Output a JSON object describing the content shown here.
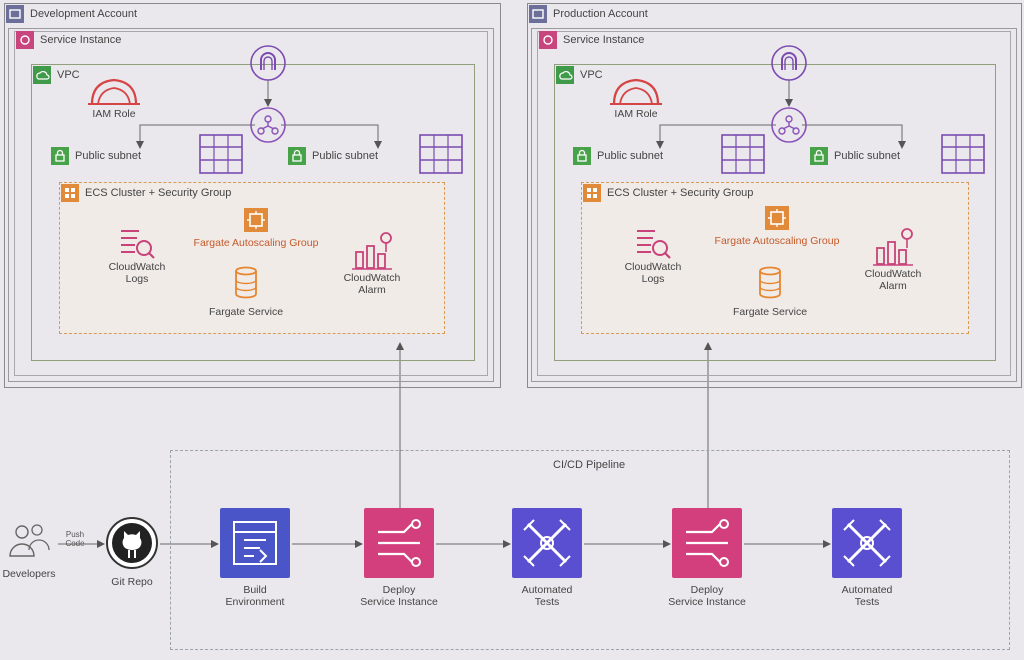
{
  "dev": {
    "account": "Development Account",
    "service_instance": "Service Instance",
    "vpc": "VPC",
    "iam_role": "IAM Role",
    "public_subnet_1": "Public subnet",
    "public_subnet_2": "Public subnet",
    "ecs_group": "ECS Cluster + Security Group",
    "autoscaling": "Fargate Autoscaling Group",
    "logs_line1": "CloudWatch",
    "logs_line2": "Logs",
    "alarm_line1": "CloudWatch",
    "alarm_line2": "Alarm",
    "fargate_service": "Fargate Service"
  },
  "prod": {
    "account": "Production Account",
    "service_instance": "Service Instance",
    "vpc": "VPC",
    "iam_role": "IAM Role",
    "public_subnet_1": "Public subnet",
    "public_subnet_2": "Public subnet",
    "ecs_group": "ECS Cluster + Security Group",
    "autoscaling": "Fargate Autoscaling Group",
    "logs_line1": "CloudWatch",
    "logs_line2": "Logs",
    "alarm_line1": "CloudWatch",
    "alarm_line2": "Alarm",
    "fargate_service": "Fargate Service"
  },
  "pipeline": {
    "title": "CI/CD Pipeline",
    "developers": "Developers",
    "push_line1": "Push",
    "push_line2": "Code",
    "git_repo": "Git Repo",
    "build_line1": "Build",
    "build_line2": "Environment",
    "deploy1_line1": "Deploy",
    "deploy1_line2": "Service Instance",
    "tests1_line1": "Automated",
    "tests1_line2": "Tests",
    "deploy2_line1": "Deploy",
    "deploy2_line2": "Service Instance",
    "tests2_line1": "Automated",
    "tests2_line2": "Tests"
  },
  "colors": {
    "account_badge": "#6b6f9a",
    "service_badge": "#c8457d",
    "vpc_badge": "#3f9a4a",
    "subnet_badge": "#48a24a",
    "ecs_badge": "#e08a3a",
    "iam_red": "#d64545",
    "router_purple": "#8a52b8",
    "build_tile": "#4a55c8",
    "deploy_tile": "#d23f7c",
    "tests_tile": "#5a4fd0",
    "fargate_orange": "#e6862f",
    "cloudwatch_pink": "#c9437a",
    "gateway_purple": "#7a4bb0"
  }
}
